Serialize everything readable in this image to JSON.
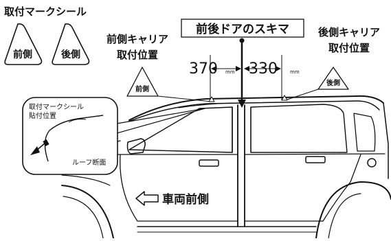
{
  "legend": {
    "title": "取付マークシール",
    "front_mark": "前側",
    "rear_mark": "後側"
  },
  "front_carrier": {
    "line1": "前側キャリア",
    "line2": "取付位置",
    "marker": "前側"
  },
  "rear_carrier": {
    "line1": "後側キャリア",
    "line2": "取付位置",
    "marker": "後側"
  },
  "door_gap_label": "前後ドアのスキマ",
  "dimensions": {
    "front": {
      "value": "370",
      "unit": "mm"
    },
    "rear": {
      "value": "330",
      "unit": "mm"
    }
  },
  "inset": {
    "line1": "取付マークシール",
    "line2": "貼付位置",
    "caption": "ルーフ断面"
  },
  "direction_label": "車両前側"
}
